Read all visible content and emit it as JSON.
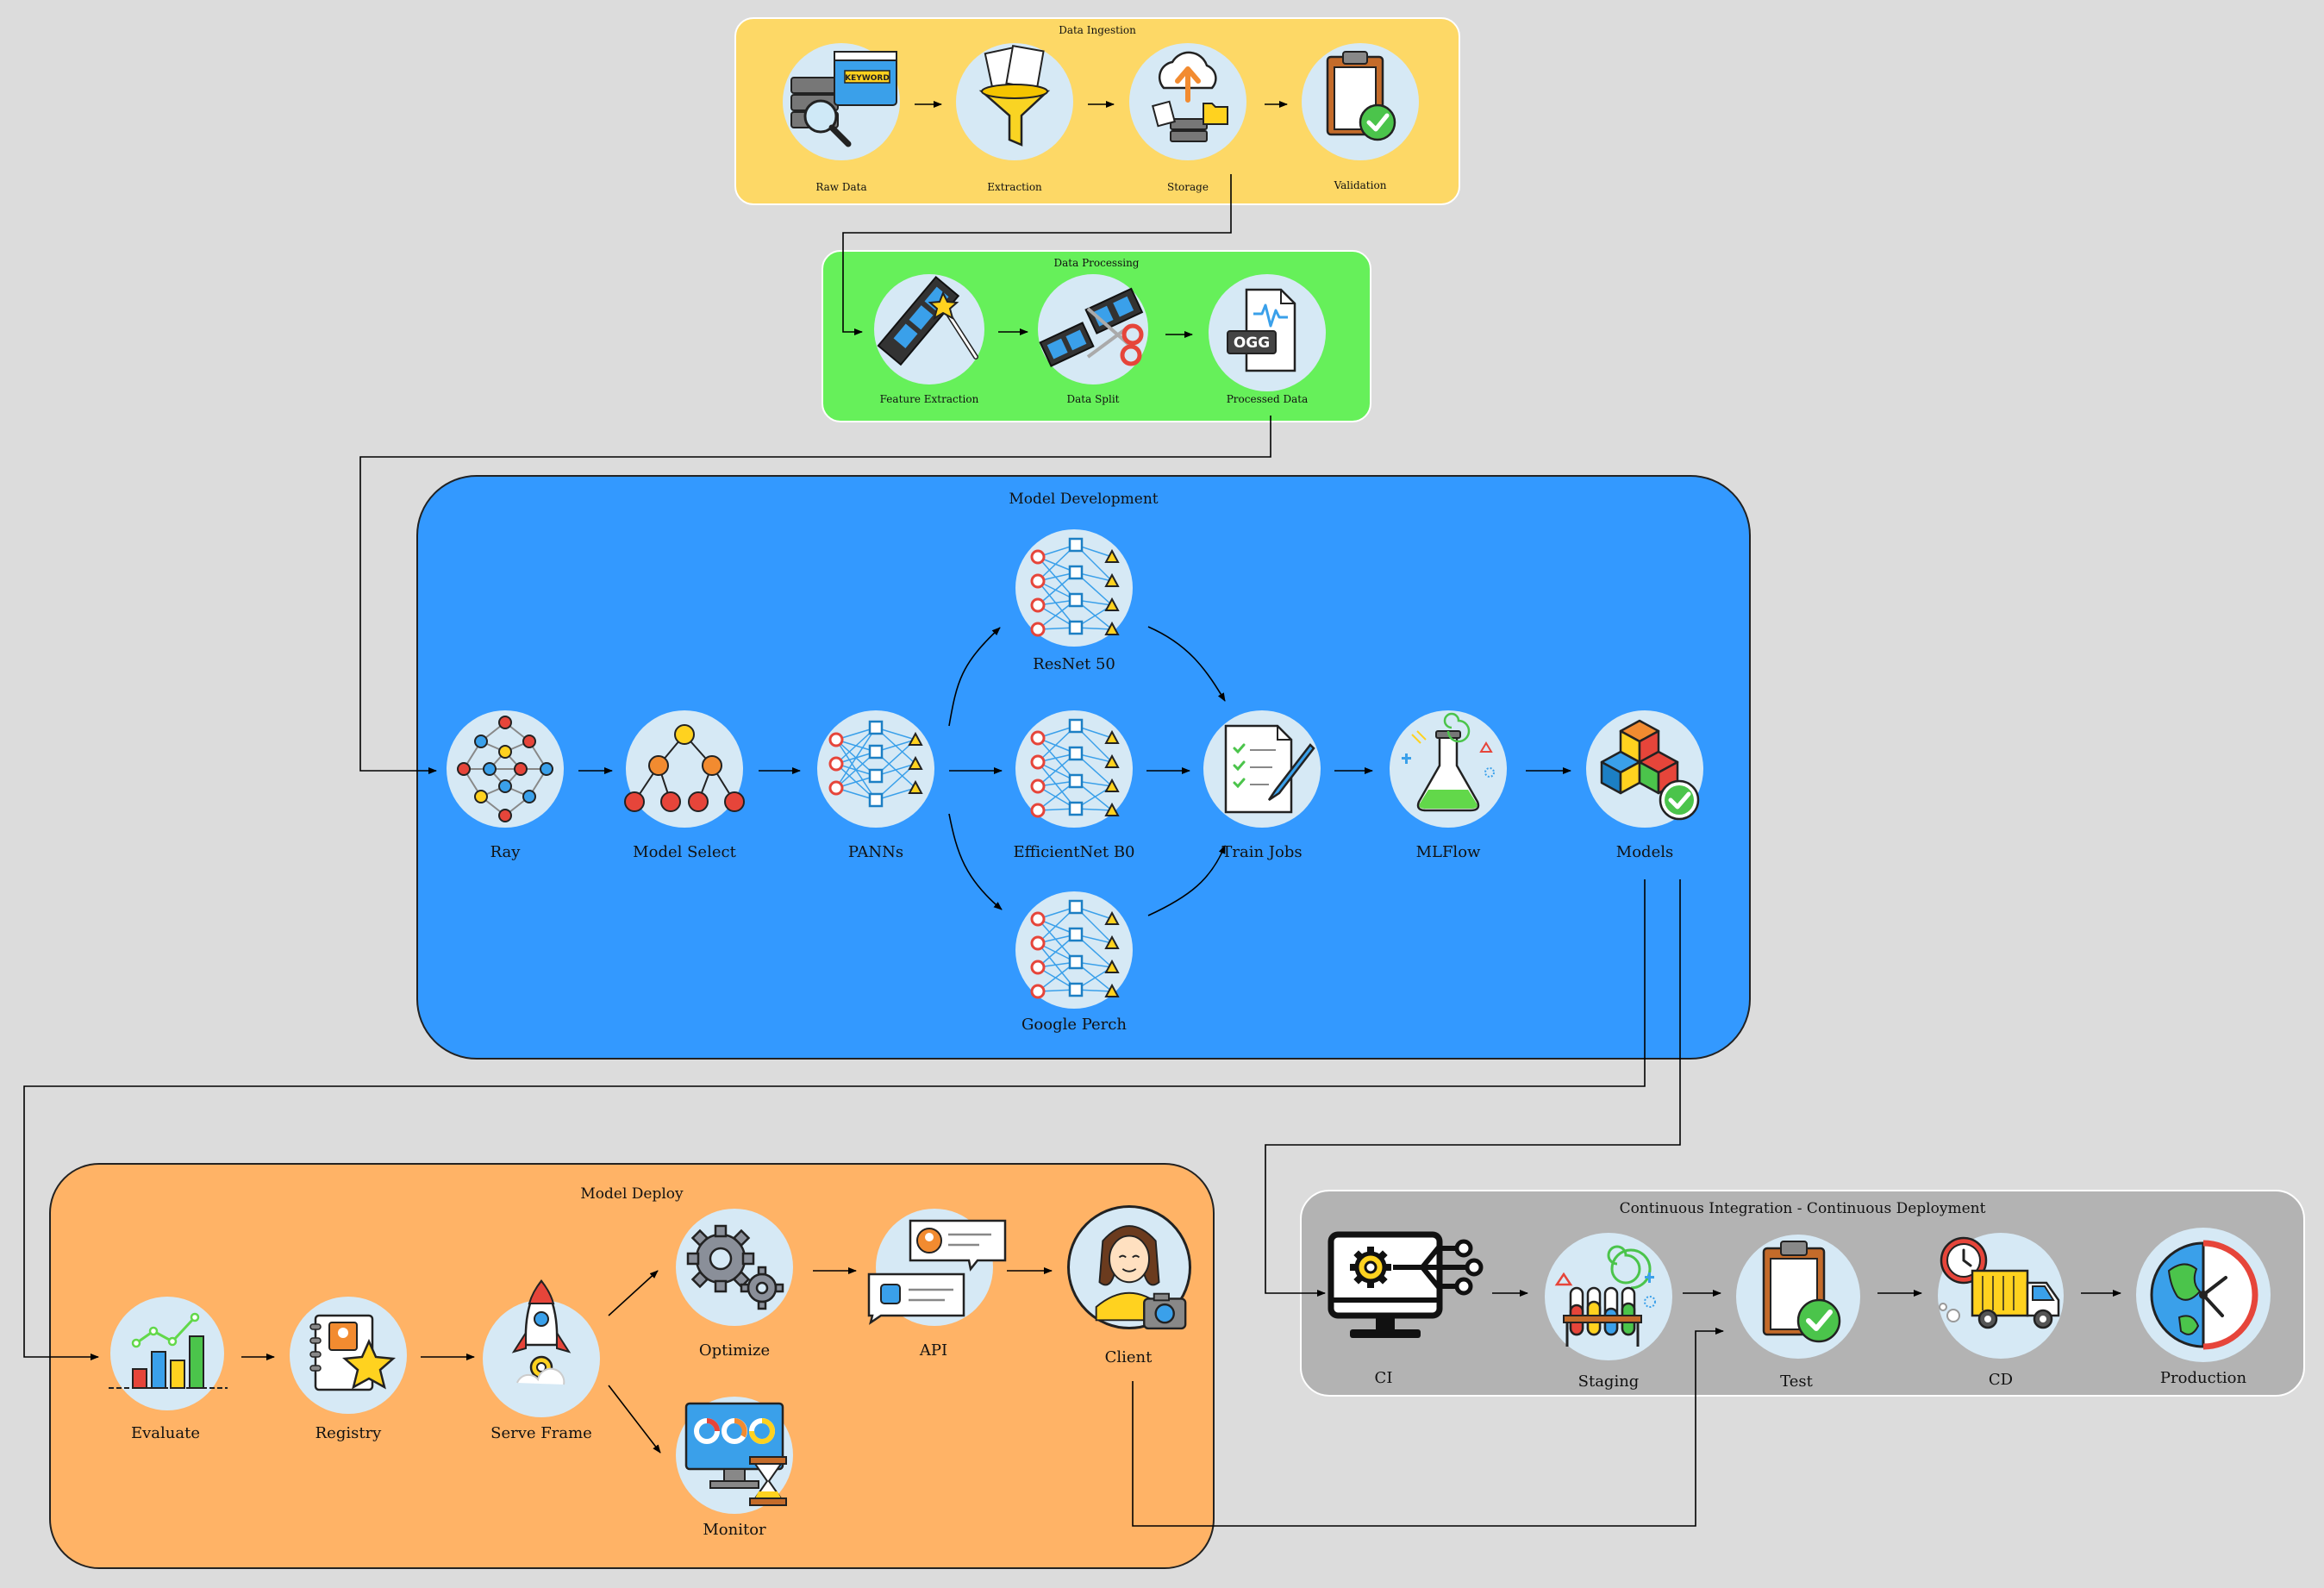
{
  "groups": {
    "ingestion": {
      "title": "Data Ingestion",
      "color": "#fdd866"
    },
    "processing": {
      "title": "Data Processing",
      "color": "#66f05a"
    },
    "development": {
      "title": "Model Development",
      "color": "#3399ff"
    },
    "deploy": {
      "title": "Model Deploy",
      "color": "#ffb366"
    },
    "cicd": {
      "title": "Continuous Integration - Continuous Deployment",
      "color": "#b3b3b3"
    }
  },
  "nodes": {
    "raw_data": {
      "label": "Raw Data",
      "icon": "database-search-icon"
    },
    "extraction": {
      "label": "Extraction",
      "icon": "funnel-documents-icon"
    },
    "storage": {
      "label": "Storage",
      "icon": "cloud-upload-server-icon"
    },
    "validation": {
      "label": "Validation",
      "icon": "clipboard-check-icon"
    },
    "feature_extraction": {
      "label": "Feature Extraction",
      "icon": "film-magic-wand-icon"
    },
    "data_split": {
      "label": "Data Split",
      "icon": "film-scissors-icon"
    },
    "processed_data": {
      "label": "Processed Data",
      "icon": "ogg-file-icon"
    },
    "ray": {
      "label": "Ray",
      "icon": "network-graph-icon"
    },
    "model_select": {
      "label": "Model Select",
      "icon": "tree-hierarchy-icon"
    },
    "panns": {
      "label": "PANNs",
      "icon": "neural-network-icon"
    },
    "resnet": {
      "label": "ResNet 50",
      "icon": "neural-network-icon"
    },
    "efficientnet": {
      "label": "EfficientNet B0",
      "icon": "neural-network-icon"
    },
    "google_perch": {
      "label": "Google Perch",
      "icon": "neural-network-icon"
    },
    "train_jobs": {
      "label": "Train Jobs",
      "icon": "checklist-pen-icon"
    },
    "mlflow": {
      "label": "MLFlow",
      "icon": "flask-icon"
    },
    "models": {
      "label": "Models",
      "icon": "cubes-check-icon"
    },
    "evaluate": {
      "label": "Evaluate",
      "icon": "bar-chart-icon"
    },
    "registry": {
      "label": "Registry",
      "icon": "notebook-star-icon"
    },
    "serve_frame": {
      "label": "Serve Frame",
      "icon": "rocket-icon"
    },
    "optimize": {
      "label": "Optimize",
      "icon": "gears-icon"
    },
    "api": {
      "label": "API",
      "icon": "chat-cards-icon"
    },
    "client": {
      "label": "Client",
      "icon": "person-camera-icon"
    },
    "monitor": {
      "label": "Monitor",
      "icon": "monitor-hourglass-icon"
    },
    "ci": {
      "label": "CI",
      "icon": "monitor-gear-circuit-icon"
    },
    "staging": {
      "label": "Staging",
      "icon": "test-tubes-icon"
    },
    "test": {
      "label": "Test",
      "icon": "clipboard-check-icon"
    },
    "cd": {
      "label": "CD",
      "icon": "delivery-truck-clock-icon"
    },
    "production": {
      "label": "Production",
      "icon": "globe-clock-icon"
    }
  }
}
